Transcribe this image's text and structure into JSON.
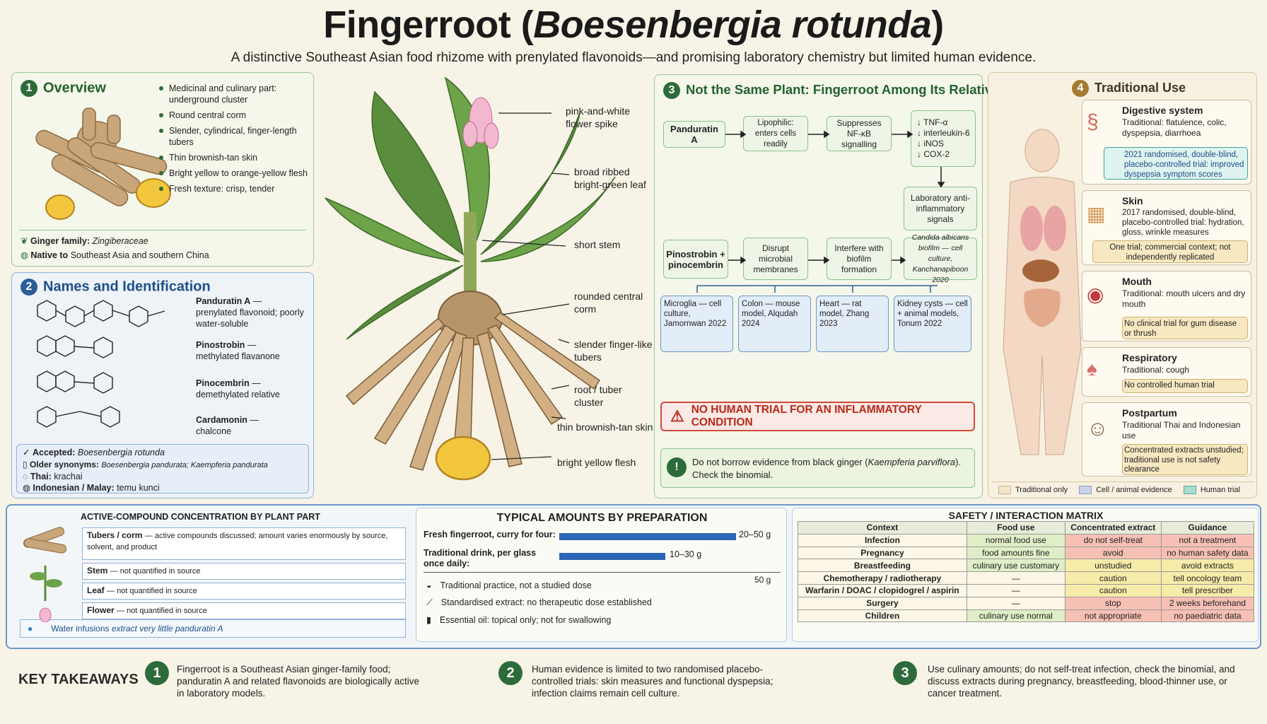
{
  "title_main": "Fingerroot (",
  "title_italic": "Boesenbergia rotunda",
  "title_end": ")",
  "subtitle": "A distinctive Southeast Asian food rhizome with prenylated flavonoids—and promising laboratory chemistry but limited human evidence.",
  "overview": {
    "num": "1",
    "heading": "Overview",
    "bullets": [
      "Medicinal and culinary part: underground cluster",
      "Round central corm",
      "Slender, cylindrical, finger-length tubers",
      "Thin brownish-tan skin",
      "Bright yellow to orange-yellow flesh",
      "Fresh texture: crisp, tender"
    ],
    "family_label": "Ginger family:",
    "family_value": "Zingiberaceae",
    "native_label": "Native to",
    "native_value": "Southeast Asia and southern China"
  },
  "names": {
    "num": "2",
    "heading": "Names and Identification",
    "compounds": [
      {
        "name": "Panduratin A",
        "desc": "prenylated flavonoid; poorly water-soluble"
      },
      {
        "name": "Pinostrobin",
        "desc": "methylated flavanone"
      },
      {
        "name": "Pinocembrin",
        "desc": "demethylated relative"
      },
      {
        "name": "Cardamonin",
        "desc": "chalcone"
      }
    ],
    "ids": [
      {
        "label": "Accepted:",
        "value": "Boesenbergia rotunda"
      },
      {
        "label": "Older synonyms:",
        "value": "Boesenbergia pandurata; Kaempferia pandurata"
      },
      {
        "label": "Thai:",
        "value": "krachai"
      },
      {
        "label": "Indonesian / Malay:",
        "value": "temu kunci"
      }
    ]
  },
  "plant_labels": [
    "pink-and-white flower spike",
    "broad ribbed bright-green leaf",
    "short stem",
    "rounded central corm",
    "slender finger-like tubers",
    "root / tuber cluster",
    "thin brownish-tan skin",
    "bright yellow flesh"
  ],
  "relatives": {
    "num": "3",
    "heading": "Not the Same Plant: Fingerroot Among Its Relatives",
    "row1": [
      "Panduratin A",
      "Lipophilic: enters cells readily",
      "Suppresses NF-κB signalling"
    ],
    "markers": [
      "↓ TNF-α",
      "↓ interleukin-6",
      "↓ iNOS",
      "↓ COX-2"
    ],
    "lab_signals": "Laboratory anti-inflammatory signals",
    "row2": [
      "Pinostrobin + pinocembrin",
      "Disrupt microbial membranes",
      "Interfere with biofilm formation"
    ],
    "candida": "Candida albicans biofilm — cell culture, Kanchanapiboon 2020",
    "studies": [
      "Microglia — cell culture, Jamornwan 2022",
      "Colon — mouse model, Alqudah 2024",
      "Heart — rat model, Zhang 2023",
      "Kidney cysts — cell + animal models, Tonum 2022"
    ],
    "warning": "NO HUMAN TRIAL FOR AN INFLAMMATORY CONDITION",
    "note_a": "Do not borrow evidence from black ginger (",
    "note_italic": "Kaempferia parviflora",
    "note_b": "). Check the binomial."
  },
  "traditional": {
    "num": "4",
    "heading": "Traditional Use",
    "items": [
      {
        "title": "Digestive system",
        "text": "Traditional: flatulence, colic, dyspepsia, diarrhoea",
        "note": "2021 randomised, double-blind, placebo-controlled trial: improved dyspepsia symptom scores",
        "note_type": "human"
      },
      {
        "title": "Skin",
        "text": "2017 randomised, double-blind, placebo-controlled trial: hydration, gloss, wrinkle measures",
        "note": "One trial; commercial context; not independently replicated",
        "note_type": "trad"
      },
      {
        "title": "Mouth",
        "text": "Traditional: mouth ulcers and dry mouth",
        "note": "No clinical trial for gum disease or thrush",
        "note_type": "trad"
      },
      {
        "title": "Respiratory",
        "text": "Traditional: cough",
        "note": "No controlled human trial",
        "note_type": "trad"
      },
      {
        "title": "Postpartum",
        "text": "Traditional Thai and Indonesian use",
        "note": "Concentrated extracts unstudied; traditional use is not safety clearance",
        "note_type": "trad"
      }
    ],
    "legend": [
      "Traditional only",
      "Cell / animal evidence",
      "Human trial"
    ],
    "legend_colors": [
      "#f5e6c8",
      "#c9d3ea",
      "#a8dccf"
    ]
  },
  "concentration": {
    "heading": "ACTIVE-COMPOUND CONCENTRATION BY PLANT PART",
    "rows": [
      {
        "part": "Tubers / corm",
        "desc": "— active compounds discussed; amount varies enormously by source, solvent, and product"
      },
      {
        "part": "Stem",
        "desc": "— not quantified in source"
      },
      {
        "part": "Leaf",
        "desc": "— not quantified in source"
      },
      {
        "part": "Flower",
        "desc": "— not quantified in source"
      }
    ],
    "water_a": "Water infusions",
    "water_b": "extract very little panduratin A"
  },
  "amounts": {
    "heading": "TYPICAL AMOUNTS BY PREPARATION",
    "rows": [
      {
        "label": "Fresh fingerroot, curry for four:",
        "value": "20–50 g",
        "fraction": 1.0
      },
      {
        "label": "Traditional drink, per glass once daily:",
        "value": "10–30 g",
        "fraction": 0.6
      }
    ],
    "axis_max": "50 g",
    "notes": [
      "Traditional practice, not a studied dose",
      "Standardised extract: no therapeutic dose established",
      "Essential oil: topical only; not for swallowing"
    ]
  },
  "safety": {
    "heading": "SAFETY / INTERACTION MATRIX",
    "columns": [
      "Context",
      "Food use",
      "Concentrated extract",
      "Guidance"
    ],
    "rows": [
      [
        [
          "Infection",
          "n"
        ],
        [
          "normal food use",
          "g"
        ],
        [
          "do not self-treat",
          "r"
        ],
        [
          "not a treatment",
          "r"
        ]
      ],
      [
        [
          "Pregnancy",
          "n"
        ],
        [
          "food amounts fine",
          "g"
        ],
        [
          "avoid",
          "r"
        ],
        [
          "no human safety data",
          "r"
        ]
      ],
      [
        [
          "Breastfeeding",
          "n"
        ],
        [
          "culinary use customary",
          "g"
        ],
        [
          "unstudied",
          "y"
        ],
        [
          "avoid extracts",
          "y"
        ]
      ],
      [
        [
          "Chemotherapy / radiotherapy",
          "n"
        ],
        [
          "—",
          "n"
        ],
        [
          "caution",
          "y"
        ],
        [
          "tell oncology team",
          "y"
        ]
      ],
      [
        [
          "Warfarin / DOAC / clopidogrel / aspirin",
          "n"
        ],
        [
          "—",
          "n"
        ],
        [
          "caution",
          "y"
        ],
        [
          "tell prescriber",
          "y"
        ]
      ],
      [
        [
          "Surgery",
          "n"
        ],
        [
          "—",
          "n"
        ],
        [
          "stop",
          "r"
        ],
        [
          "2 weeks beforehand",
          "r"
        ]
      ],
      [
        [
          "Children",
          "n"
        ],
        [
          "culinary use normal",
          "g"
        ],
        [
          "not appropriate",
          "r"
        ],
        [
          "no paediatric data",
          "r"
        ]
      ]
    ]
  },
  "takeaways": {
    "heading": "KEY TAKEAWAYS",
    "items": [
      {
        "num": "1",
        "text": "Fingerroot is a Southeast Asian ginger-family food; panduratin A and related flavonoids are biologically active in laboratory models."
      },
      {
        "num": "2",
        "text": "Human evidence is limited to two randomised placebo-controlled trials: skin measures and functional dyspepsia; infection claims remain cell culture."
      },
      {
        "num": "3",
        "text": "Use culinary amounts; do not self-treat infection, check the binomial, and discuss extracts during pregnancy, breastfeeding, blood-thinner use, or cancer treatment."
      }
    ]
  },
  "icons": [
    "leaf-icon",
    "globe-icon",
    "check-circle-icon",
    "book-icon",
    "speech-icon",
    "warning-icon",
    "info-icon",
    "mortar-icon",
    "dropper-icon",
    "bottle-icon",
    "water-drop-icon"
  ]
}
